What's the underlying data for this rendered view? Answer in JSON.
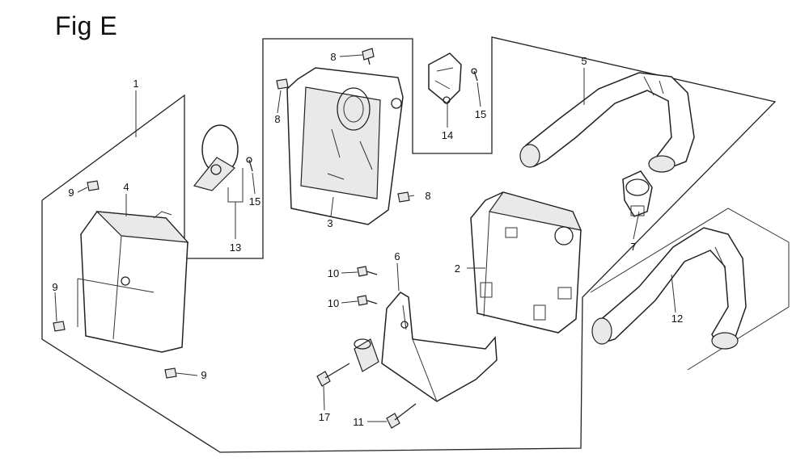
{
  "title": "Fig E",
  "callouts": [
    {
      "id": "c1",
      "label": "1"
    },
    {
      "id": "c2",
      "label": "2"
    },
    {
      "id": "c3",
      "label": "3"
    },
    {
      "id": "c4",
      "label": "4"
    },
    {
      "id": "c5",
      "label": "5"
    },
    {
      "id": "c6",
      "label": "6"
    },
    {
      "id": "c7",
      "label": "7"
    },
    {
      "id": "c8a",
      "label": "8"
    },
    {
      "id": "c8b",
      "label": "8"
    },
    {
      "id": "c8c",
      "label": "8"
    },
    {
      "id": "c9a",
      "label": "9"
    },
    {
      "id": "c9b",
      "label": "9"
    },
    {
      "id": "c9c",
      "label": "9"
    },
    {
      "id": "c10a",
      "label": "10"
    },
    {
      "id": "c10b",
      "label": "10"
    },
    {
      "id": "c11",
      "label": "11"
    },
    {
      "id": "c12",
      "label": "12"
    },
    {
      "id": "c13",
      "label": "13"
    },
    {
      "id": "c14",
      "label": "14"
    },
    {
      "id": "c15a",
      "label": "15"
    },
    {
      "id": "c15b",
      "label": "15"
    },
    {
      "id": "c17",
      "label": "17"
    }
  ]
}
